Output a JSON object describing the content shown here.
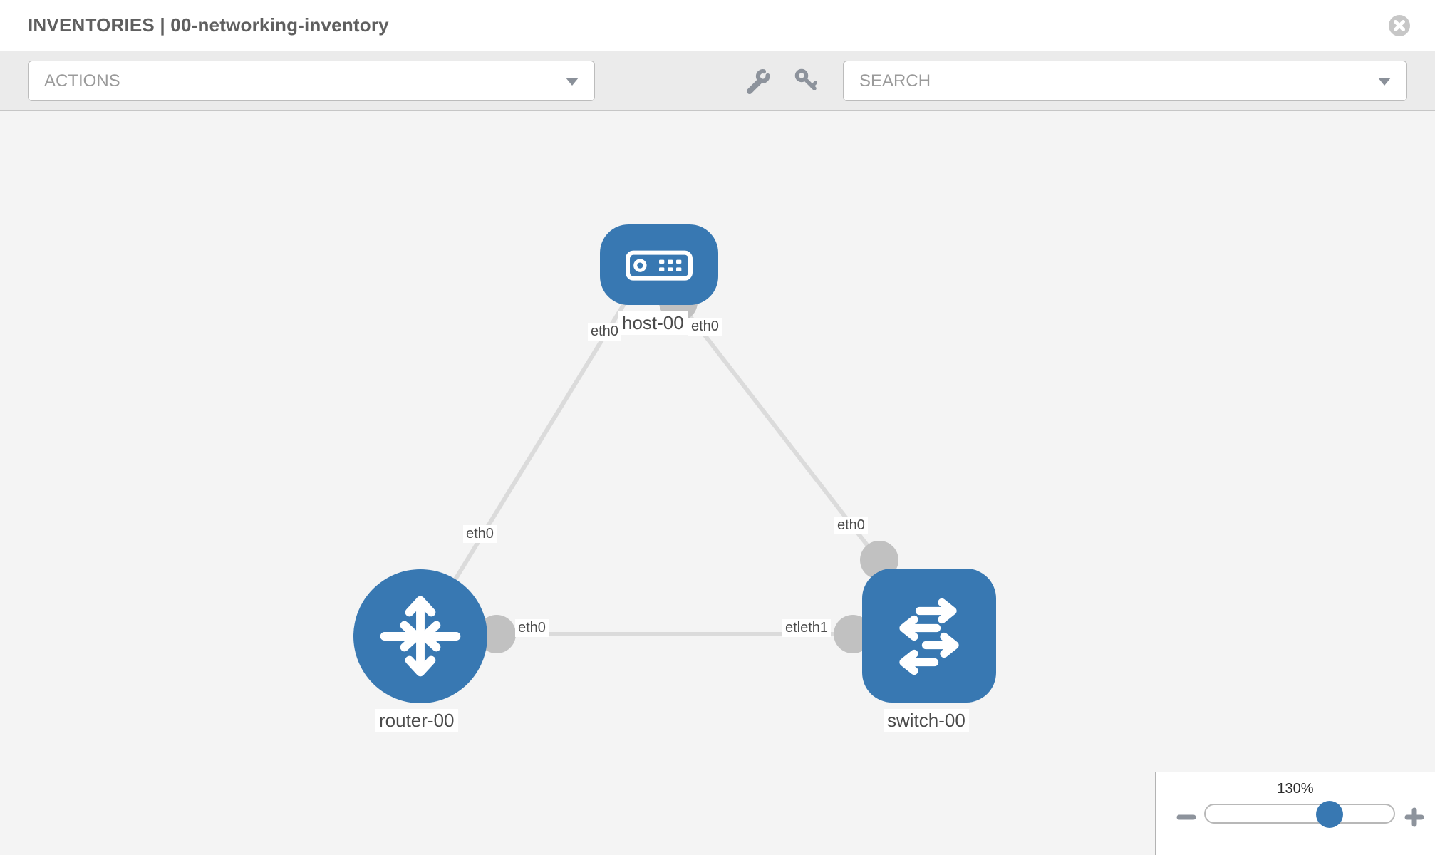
{
  "header": {
    "title": "INVENTORIES | 00-networking-inventory"
  },
  "toolbar": {
    "actions": {
      "placeholder": "ACTIONS"
    },
    "search": {
      "placeholder": "SEARCH"
    },
    "icons": [
      "wrench-icon",
      "key-icon"
    ]
  },
  "topology": {
    "nodes": [
      {
        "label": "host-00",
        "type": "host",
        "shape": "rounded-rect",
        "icon": "server-icon"
      },
      {
        "label": "router-00",
        "type": "router",
        "shape": "circle",
        "icon": "router-arrows-icon"
      },
      {
        "label": "switch-00",
        "type": "switch",
        "shape": "rounded-square",
        "icon": "switch-arrows-icon"
      }
    ],
    "links": [
      {
        "from": "host-00",
        "to": "router-00",
        "from_interface": "eth0",
        "to_interface": "eth0"
      },
      {
        "from": "host-00",
        "to": "switch-00",
        "from_interface": "eth0",
        "to_interface": "eth0"
      },
      {
        "from": "router-00",
        "to": "switch-00",
        "from_interface": "eth0",
        "to_interface": "etleth1"
      }
    ],
    "labels": {
      "host": "host-00",
      "router": "router-00",
      "switch": "switch-00",
      "host_if_left": "eth0",
      "host_if_right": "eth0",
      "link_host_router_mid": "eth0",
      "link_host_switch_mid": "eth0",
      "router_if_right": "eth0",
      "switch_if_left": "etleth1"
    }
  },
  "zoom_control": {
    "level": "130%"
  },
  "colors": {
    "node_blue": "#3878b2",
    "link_gray": "#dbdbdb",
    "interface_gray": "#c1c1c1",
    "toolbar_bg": "#ebebeb",
    "canvas_bg": "#f4f4f4",
    "icon_gray": "#8d939c"
  }
}
